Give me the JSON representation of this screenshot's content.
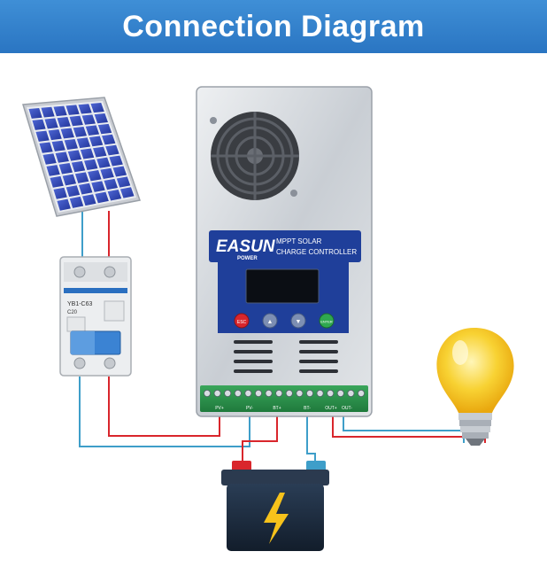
{
  "header": {
    "title": "Connection Diagram"
  },
  "controller": {
    "brand_main": "EASUN",
    "brand_sub": "POWER",
    "product_line1": "MPPT SOLAR",
    "product_line2": "CHARGE CONTROLLER",
    "buttons": [
      "ESC",
      "▲",
      "▼",
      "ENTER"
    ],
    "terminal_labels": [
      "PV+",
      "PV-",
      "BT+",
      "BT-",
      "OUT+",
      "OUT-"
    ]
  },
  "breaker": {
    "model": "YB1-C63",
    "rating": "C20"
  },
  "colors": {
    "header": "#2f80cc",
    "wire_positive": "#d9262c",
    "wire_negative": "#3e9ec9",
    "panel_cell": "#2f47b8",
    "controller_label": "#1f3f9a",
    "battery_body": "#1b2a3e",
    "bulb": "#f6c21b"
  },
  "icons": [
    "solar-panel-icon",
    "circuit-breaker-icon",
    "charge-controller-icon",
    "battery-icon",
    "light-bulb-icon",
    "lightning-icon"
  ]
}
